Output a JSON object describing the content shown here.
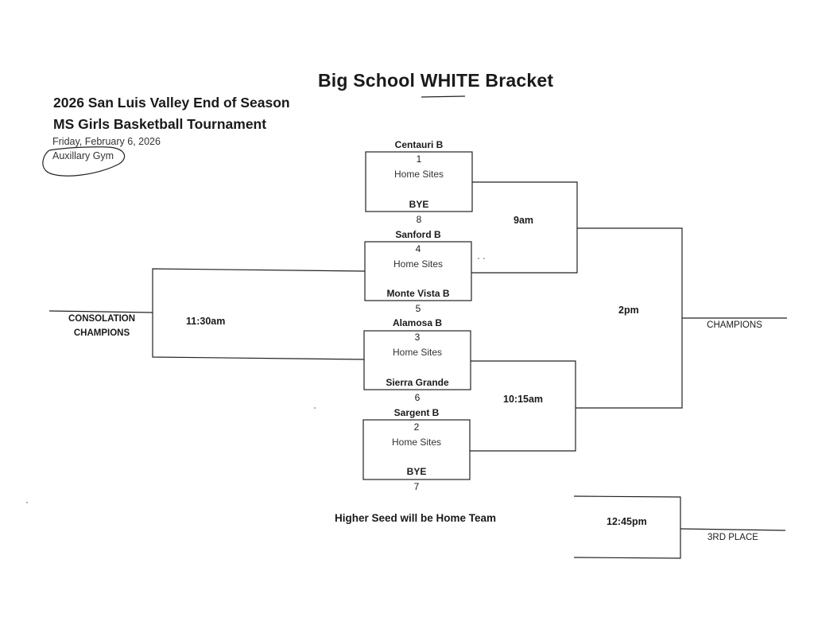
{
  "header": {
    "bracket_title": "Big School WHITE Bracket",
    "tournament_line1": "2026 San Luis Valley End of Season",
    "tournament_line2": "MS Girls Basketball Tournament",
    "date": "Friday, February 6, 2026",
    "location": "Auxillary Gym"
  },
  "games": [
    {
      "top_team": "Centauri B",
      "top_seed": "1",
      "site": "Home Sites",
      "bottom_team": "BYE",
      "bottom_seed": "8"
    },
    {
      "top_team": "Sanford B",
      "top_seed": "4",
      "site": "Home Sites",
      "bottom_team": "Monte Vista B",
      "bottom_seed": "5"
    },
    {
      "top_team": "Alamosa B",
      "top_seed": "3",
      "site": "Home Sites",
      "bottom_team": "Sierra Grande",
      "bottom_seed": "6"
    },
    {
      "top_team": "Sargent B",
      "top_seed": "2",
      "site": "Home Sites",
      "bottom_team": "BYE",
      "bottom_seed": "7"
    }
  ],
  "times": {
    "semi_top": "9am",
    "semi_bottom": "10:15am",
    "final": "2pm",
    "consolation": "11:30am",
    "third_place": "12:45pm"
  },
  "labels": {
    "consolation_line1": "CONSOLATION",
    "consolation_line2": "CHAMPIONS",
    "champions": "CHAMPIONS",
    "third_place": "3RD PLACE"
  },
  "note": "Higher Seed will be Home Team"
}
